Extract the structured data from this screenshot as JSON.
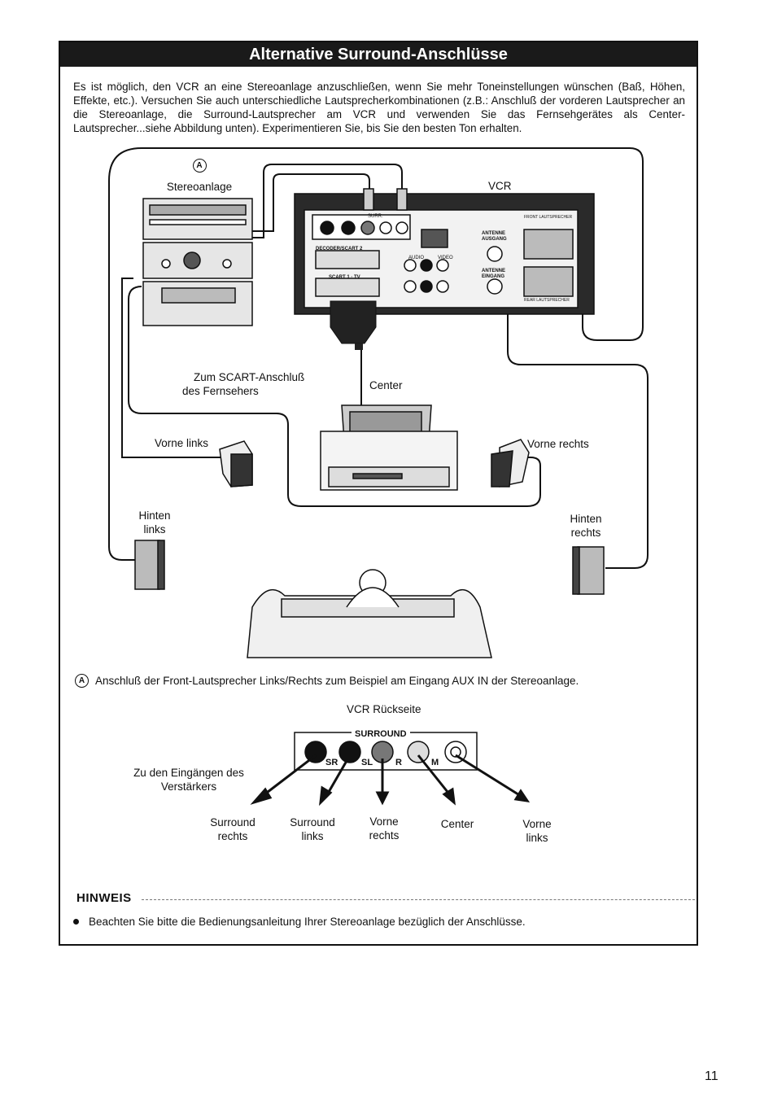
{
  "title": "Alternative Surround-Anschlüsse",
  "intro": "Es ist möglich, den VCR an eine Stereoanlage anzuschließen, wenn Sie mehr Toneinstellungen wünschen (Baß, Höhen, Effekte, etc.). Versuchen Sie auch unterschiedliche Lautsprecherkombinationen (z.B.: Anschluß der vorderen Lautsprecher an die Stereoanlage, die Surround-Lautsprecher am VCR und verwenden Sie das Fernsehgerätes als Center-Lautsprecher...siehe Abbildung unten). Experimentieren Sie, bis Sie den besten Ton erhalten.",
  "diagram": {
    "marker": "A",
    "stereo_label": "Stereoanlage",
    "vcr_label": "VCR",
    "scart_label_1": "Zum SCART-Anschluß",
    "scart_label_2": "des Fernsehers",
    "center_label": "Center",
    "front_left": "Vorne links",
    "front_right": "Vorne rechts",
    "rear_left_1": "Hinten",
    "rear_left_2": "links",
    "rear_right_1": "Hinten",
    "rear_right_2": "rechts",
    "panel": {
      "surround": "SURR.",
      "decoder": "DECODER/SCART 2",
      "scart1": "SCART 1 · TV",
      "audio": "AUDIO",
      "video": "VIDEO",
      "antenne_aus": "ANTENNE AUSGANG",
      "antenne_ein": "ANTENNE EINGANG",
      "front_ls": "FRONT LAUTSPRECHER",
      "rear_ls": "REAR LAUTSPRECHER"
    }
  },
  "note_a": "Anschluß der Front-Lautsprecher Links/Rechts zum Beispiel am Eingang AUX IN der Stereoanlage.",
  "rear_panel": {
    "title": "VCR Rückseite",
    "surround": "SURROUND",
    "jacks": [
      "SR",
      "SL",
      "R",
      "M"
    ],
    "amp_label_1": "Zu den Eingängen des",
    "amp_label_2": "Verstärkers",
    "outputs": [
      {
        "l1": "Surround",
        "l2": "rechts"
      },
      {
        "l1": "Surround",
        "l2": "links"
      },
      {
        "l1": "Vorne",
        "l2": "rechts"
      },
      {
        "l1": "Center",
        "l2": ""
      },
      {
        "l1": "Vorne",
        "l2": "links"
      }
    ]
  },
  "hinweis": {
    "title": "HINWEIS",
    "text": "Beachten Sie bitte die Bedienungsanleitung Ihrer Stereoanlage bezüglich der Anschlüsse."
  },
  "page_number": "11"
}
